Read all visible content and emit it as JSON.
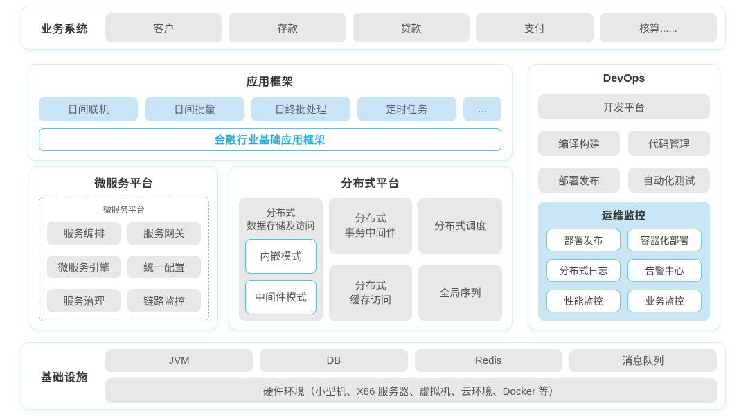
{
  "colors": {
    "section_border": "#d6eef5",
    "box_gray_bg": "#e8e8e8",
    "box_blue_bg": "#c9e4f7",
    "panel_blue_bg": "#c8e6f6",
    "accent_teal_text": "#2bacd4",
    "teal_border": "#56bfd8",
    "title_text": "#333333",
    "body_text": "#555555"
  },
  "business_system": {
    "label": "业务系统",
    "items": [
      "客户",
      "存款",
      "贷款",
      "支付",
      "核算......"
    ]
  },
  "app_framework": {
    "title": "应用框架",
    "modules": [
      "日间联机",
      "日间批量",
      "日终批处理",
      "定时任务"
    ],
    "more": "...",
    "base_framework": "金融行业基础应用框架"
  },
  "microservice_platform": {
    "title": "微服务平台",
    "inner_title": "微服务平台",
    "items": [
      "服务编排",
      "服务网关",
      "微服务引擎",
      "统一配置",
      "服务治理",
      "链路监控"
    ]
  },
  "distributed_platform": {
    "title": "分布式平台",
    "storage": {
      "label": "分布式\n数据存储及访问",
      "modes": [
        "内嵌模式",
        "中间件模式"
      ]
    },
    "cells": [
      "分布式\n事务中间件",
      "分布式调度",
      "分布式\n缓存访问",
      "全局序列"
    ]
  },
  "devops": {
    "title": "DevOps",
    "dev_platform": "开发平台",
    "tools": [
      "编译构建",
      "代码管理",
      "部署发布",
      "自动化测试"
    ],
    "ops_monitoring": {
      "title": "运维监控",
      "items": [
        "部署发布",
        "容器化部署",
        "分布式日志",
        "告警中心",
        "性能监控",
        "业务监控"
      ]
    }
  },
  "infrastructure": {
    "label": "基础设施",
    "items": [
      "JVM",
      "DB",
      "Redis",
      "消息队列"
    ],
    "hardware": "硬件环境（小型机、X86 服务器、虚拟机、云环境、Docker 等）"
  }
}
